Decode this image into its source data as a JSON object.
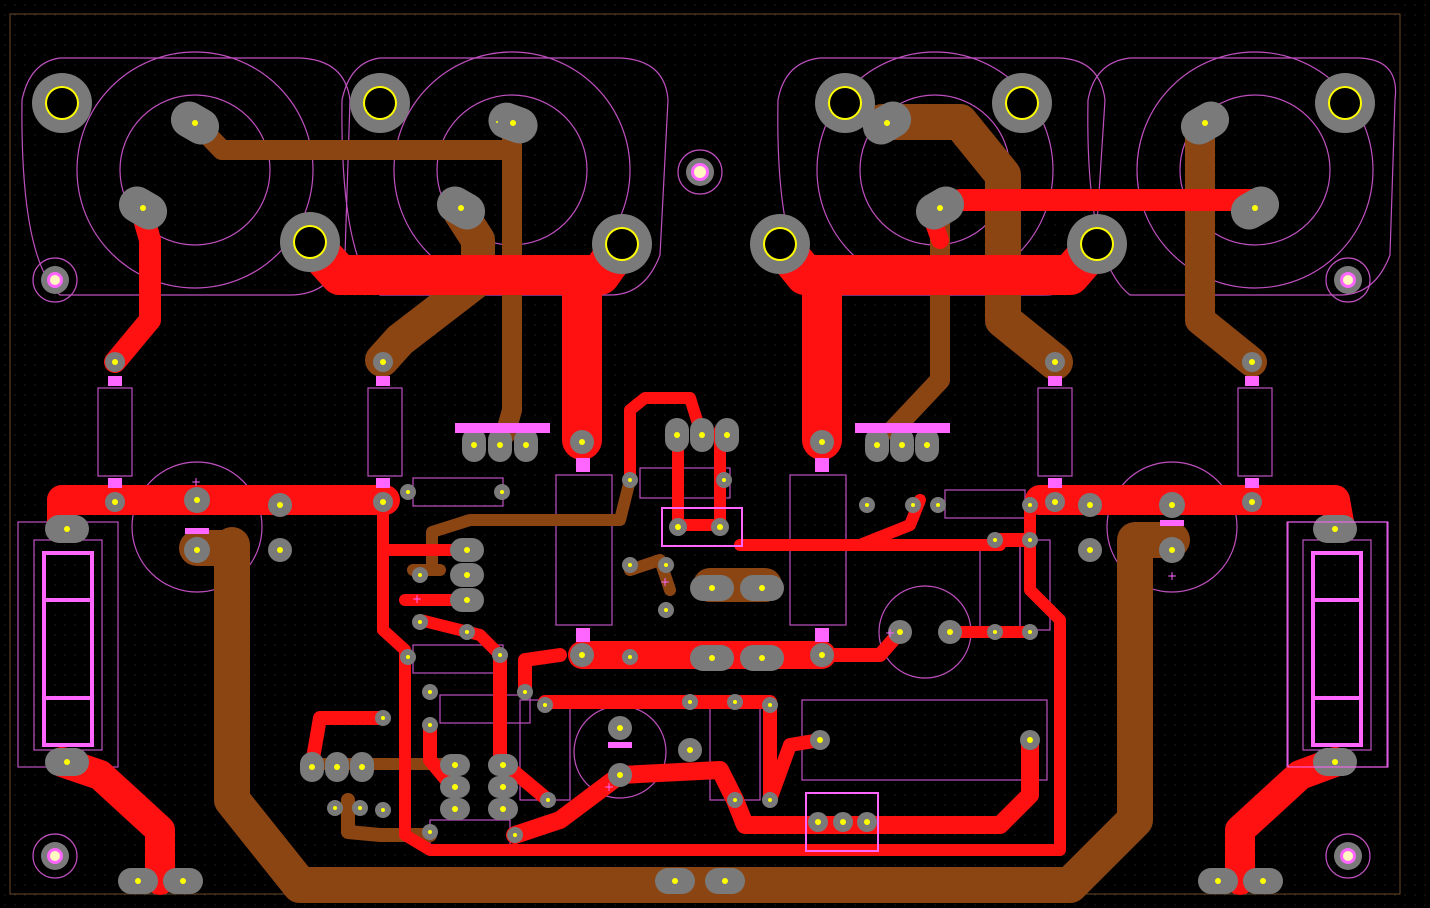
{
  "board": {
    "background": "#000000",
    "grid_color": "#3a3a3a",
    "outline_color": "#6b4a2a"
  },
  "colors": {
    "top_copper": "#ff1111",
    "bottom_copper": "#8b4513",
    "pad": "#7a7a7a",
    "drill": "#ffff00",
    "silkscreen": "#e06ce0",
    "silk_bright": "#ff66ff"
  },
  "components": {
    "power_transistors": 4,
    "electrolytic_caps": 4,
    "fuse_holders": 2,
    "mounting_holes": 5
  },
  "polarity_marks": [
    "+",
    "+",
    "+",
    "+",
    "+",
    "+"
  ]
}
